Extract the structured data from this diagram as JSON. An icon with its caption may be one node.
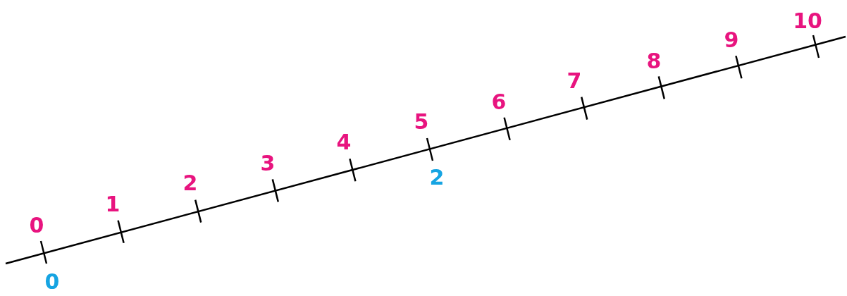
{
  "diagram": {
    "labels": [
      "0",
      "1",
      "2",
      "3",
      "4",
      "5",
      "6",
      "7",
      "8",
      "9",
      "10",
      "0",
      "2"
    ]
  }
}
